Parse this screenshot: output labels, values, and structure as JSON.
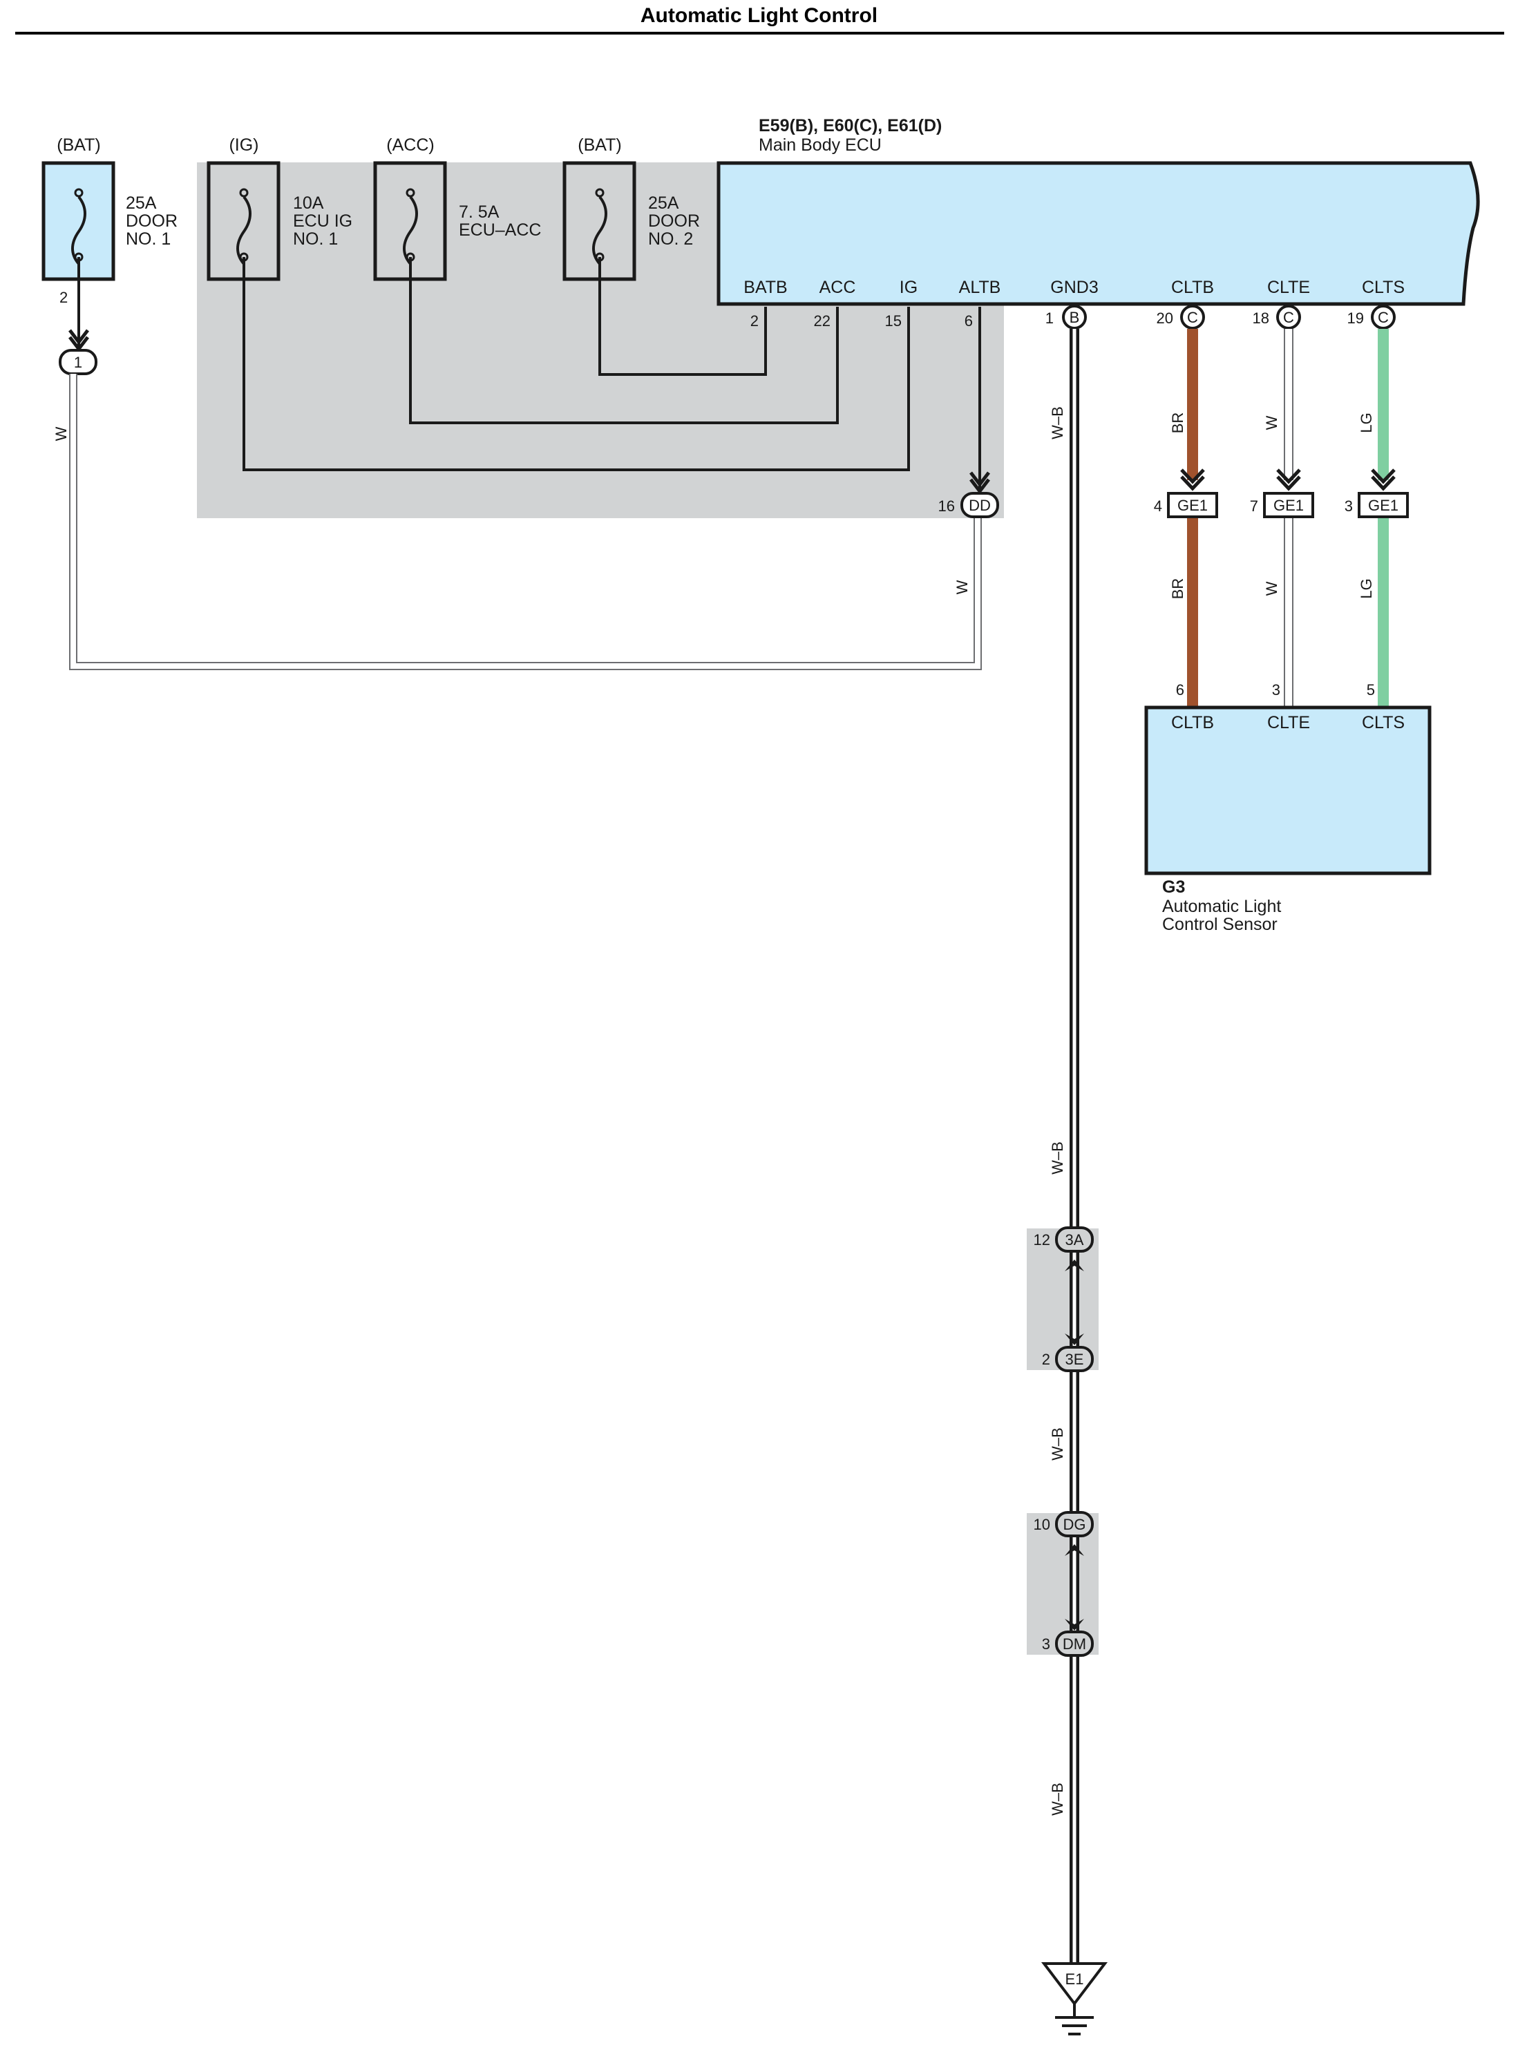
{
  "title": "Automatic Light Control",
  "colors": {
    "component_fill": "#c8eafa",
    "splice_gray": "#d1d3d4",
    "wire_br": "#a0522d",
    "wire_lg": "#7fcfa1",
    "wire_w": "#ffffff",
    "wire_wb": "#1a1a1a"
  },
  "fuses": [
    {
      "source": "(BAT)",
      "line1": "25A",
      "line2": "DOOR",
      "line3": "NO. 1",
      "pin": "2"
    },
    {
      "source": "(IG)",
      "line1": "10A",
      "line2": "ECU IG",
      "line3": "NO. 1"
    },
    {
      "source": "(ACC)",
      "line1": "7. 5A",
      "line2": "ECU–ACC",
      "line3": ""
    },
    {
      "source": "(BAT)",
      "line1": "25A",
      "line2": "DOOR",
      "line3": "NO. 2"
    }
  ],
  "ecu": {
    "connectors": "E59(B), E60(C), E61(D)",
    "name": "Main Body ECU",
    "terminals": [
      {
        "name": "BATB",
        "pin": "2",
        "connector": ""
      },
      {
        "name": "ACC",
        "pin": "22",
        "connector": ""
      },
      {
        "name": "IG",
        "pin": "15",
        "connector": ""
      },
      {
        "name": "ALTB",
        "pin": "6",
        "connector": ""
      },
      {
        "name": "GND3",
        "pin": "1",
        "connector": "B"
      },
      {
        "name": "CLTB",
        "pin": "20",
        "connector": "C"
      },
      {
        "name": "CLTE",
        "pin": "18",
        "connector": "C"
      },
      {
        "name": "CLTS",
        "pin": "19",
        "connector": "C"
      }
    ]
  },
  "junctions": {
    "j1": {
      "label": "1"
    },
    "dd": {
      "label": "DD",
      "pin": "16"
    },
    "ge1_cltb": {
      "label": "GE1",
      "pin": "4"
    },
    "ge1_clte": {
      "label": "GE1",
      "pin": "7"
    },
    "ge1_clts": {
      "label": "GE1",
      "pin": "3"
    },
    "j3a": {
      "label": "3A",
      "pin": "12"
    },
    "j3e": {
      "label": "3E",
      "pin": "2"
    },
    "jdg": {
      "label": "DG",
      "pin": "10"
    },
    "jdm": {
      "label": "DM",
      "pin": "3"
    }
  },
  "wires": {
    "w_left": "W",
    "w_dd": "W",
    "wb_1": "W–B",
    "wb_2": "W–B",
    "wb_3": "W–B",
    "wb_4": "W–B",
    "br_1": "BR",
    "br_2": "BR",
    "w_clte_1": "W",
    "w_clte_2": "W",
    "lg_1": "LG",
    "lg_2": "LG"
  },
  "sensor": {
    "id": "G3",
    "name_line1": "Automatic Light",
    "name_line2": "Control Sensor",
    "terminals": [
      {
        "name": "CLTB",
        "pin": "6"
      },
      {
        "name": "CLTE",
        "pin": "3"
      },
      {
        "name": "CLTS",
        "pin": "5"
      }
    ]
  },
  "ground": {
    "label": "E1"
  }
}
